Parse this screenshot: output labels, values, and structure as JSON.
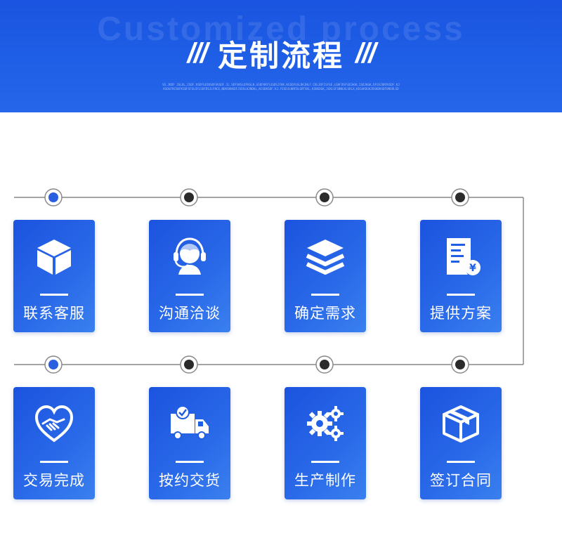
{
  "header": {
    "background_text": "Customized process",
    "title": "定制流程",
    "slashes_left": "///",
    "slashes_right": "///",
    "fine_print": "SS.JKDF JGLDL,ISDF.KSDFGUIKSDFEKSDF.IL.SDFSKSLDFKSLN.GSDFKKFSJGDSJFKK.KGSDFGSLDKJNLF.CDLJDFISFGE,LGHFDSFSDIHGK,ISDJKGK,DFGSIBRFKSDF.KJKSDGFRCSKFKSDFSFGUJFLSDFDSJLFNCE,NDKSKNSDFJSDSLKJNDKL,KCSDKSDF.KJ.FESDJLNRFDLGRTSKL,KSNSDGK,JGKLSFSNNLKLSRLX,KEGAKDGKJDSKDKSDFUNSRLSD"
  },
  "steps": [
    {
      "label": "联系客服",
      "icon": "cube-icon"
    },
    {
      "label": "沟通洽谈",
      "icon": "headset-icon"
    },
    {
      "label": "确定需求",
      "icon": "layers-icon"
    },
    {
      "label": "提供方案",
      "icon": "receipt-icon"
    },
    {
      "label": "交易完成",
      "icon": "handshake-heart-icon"
    },
    {
      "label": "按约交货",
      "icon": "delivery-truck-icon"
    },
    {
      "label": "生产制作",
      "icon": "gears-icon"
    },
    {
      "label": "签订合同",
      "icon": "box-icon"
    }
  ],
  "active_steps": [
    1,
    5
  ],
  "colors": {
    "brand_blue": "#1f5fe6",
    "node_active": "#2a5fe0",
    "node_inactive": "#2b2b2b",
    "line": "#6e6e6e"
  }
}
